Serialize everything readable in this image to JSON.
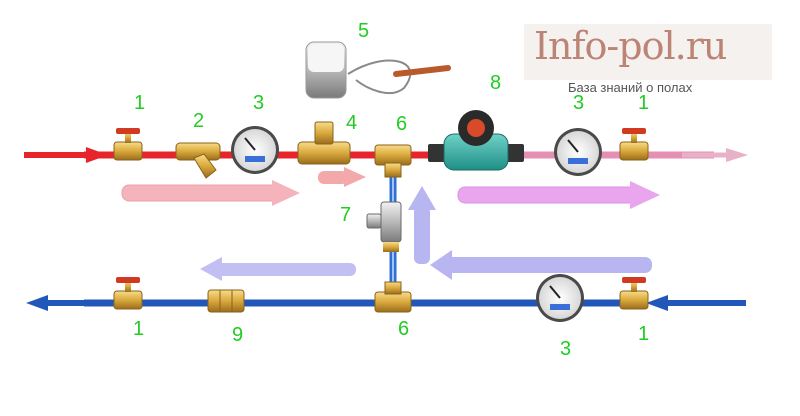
{
  "logo": {
    "title": "Info-pol.ru",
    "subtitle": "База знаний о полах"
  },
  "labels": {
    "supply_ball_valve_in": "1",
    "strainer": "2",
    "thermometer_supply_left": "3",
    "thermostatic_valve": "4",
    "thermostatic_head": "5",
    "tee_top": "6",
    "bypass_valve": "7",
    "pump": "8",
    "thermometer_supply_right": "3",
    "supply_ball_valve_out": "1",
    "return_ball_valve_out": "1",
    "check_valve": "9",
    "tee_bottom": "6",
    "thermometer_return": "3",
    "return_ball_valve_in": "1"
  },
  "colors": {
    "supply_pipe": "#e8242b",
    "supply_mixed_pipe": "#e58fb4",
    "return_pipe": "#2157b8",
    "bypass_pipe": "#2f6fd0",
    "flow_arrow_hot": "#f5b3bb",
    "flow_arrow_mixed": "#e9a5ee",
    "flow_arrow_return": "#b8b6f0",
    "brass": "#d9a93c",
    "label_green": "#22cc22"
  }
}
